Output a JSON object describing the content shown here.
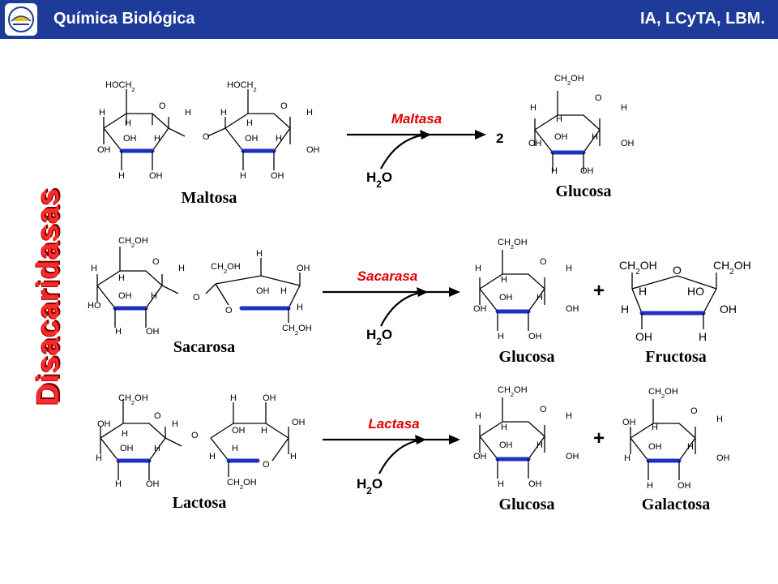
{
  "header": {
    "course": "Química Biológica",
    "programs": "IA, LCyTA, LBM."
  },
  "side_title": "Disacaridasas",
  "colors": {
    "header": "#1f3b9a",
    "title": "#ff2a2a",
    "enzyme": "#e00000",
    "bond": "#1f2fbf"
  },
  "atoms": {
    "hoch2": "HOCH2",
    "ch2oh": "CH2OH",
    "h": "H",
    "o": "O",
    "oh": "OH",
    "ho": "HO"
  },
  "reactions": [
    {
      "substrate": "Maltosa",
      "enzyme": "Maltasa",
      "water": "H2O",
      "coefficient": "2",
      "products": [
        "Glucosa"
      ],
      "plus": ""
    },
    {
      "substrate": "Sacarosa",
      "enzyme": "Sacarasa",
      "water": "H2O",
      "coefficient": "",
      "products": [
        "Glucosa",
        "Fructosa"
      ],
      "plus": "+"
    },
    {
      "substrate": "Lactosa",
      "enzyme": "Lactasa",
      "water": "H2O",
      "coefficient": "",
      "products": [
        "Glucosa",
        "Galactosa"
      ],
      "plus": "+"
    }
  ]
}
